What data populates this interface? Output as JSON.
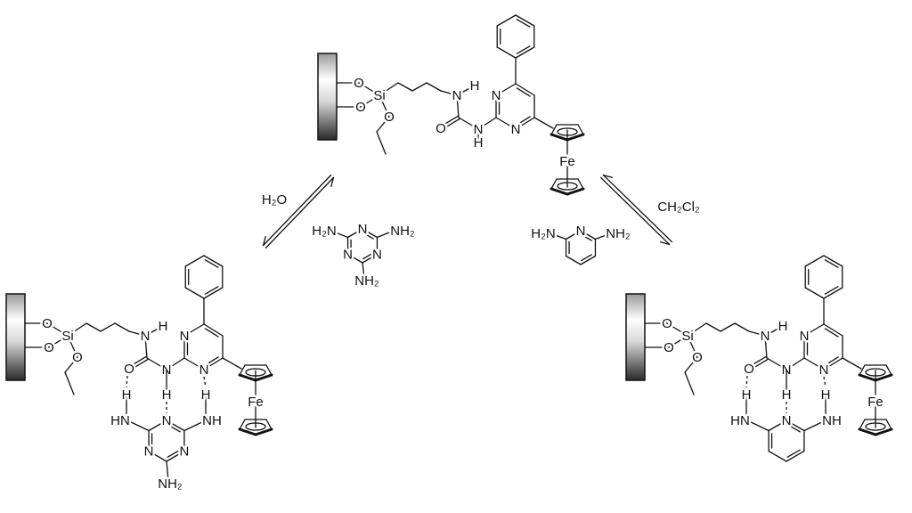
{
  "receptor_labels": {
    "o_surface_1": "O",
    "o_surface_2": "O",
    "si": "Si",
    "o_ethoxy": "O",
    "n_urea_1": "N",
    "h_urea_1": "H",
    "o_urea": "O",
    "n_urea_2": "N",
    "h_urea_2": "H",
    "n_pyrimidine_3": "N",
    "n_pyrimidine_1": "N",
    "fe": "Fe"
  },
  "complex_labels": {
    "h_bond_left": "H",
    "h_bond_right": "H",
    "hn_left": "HN",
    "nh_right": "NH",
    "n_ring_top": "N",
    "n_ring_lower_left": "N",
    "n_ring_lower_right": "N",
    "nh2_bottom": "NH₂"
  },
  "reagents": {
    "melamine": {
      "h2n": "H₂N",
      "nh2_right": "NH₂",
      "nh2_bottom": "NH₂",
      "n_top": "N",
      "n_left": "N",
      "n_right": "N"
    },
    "diaminopyridine": {
      "h2n": "H₂N",
      "n": "N",
      "nh2": "NH₂"
    }
  },
  "conditions": {
    "left": "H₂O",
    "right": "CH₂Cl₂"
  }
}
